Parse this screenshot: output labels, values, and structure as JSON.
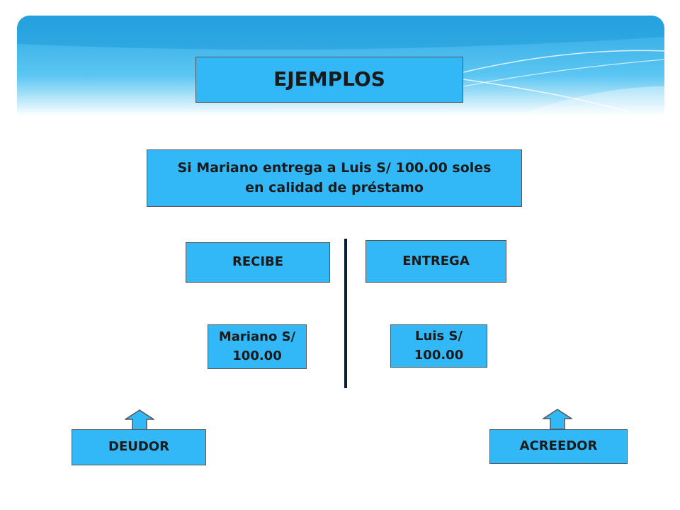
{
  "title": "EJEMPLOS",
  "statement": "Si Mariano entrega a Luis S/ 100.00 soles en calidad de préstamo",
  "left_column": {
    "heading": "RECIBE",
    "detail": "Mariano S/ 100.00",
    "role": "DEUDOR"
  },
  "right_column": {
    "heading": "ENTREGA",
    "detail": "Luis  S/ 100.00",
    "role": "ACREEDOR"
  },
  "colors": {
    "box_fill": "#33b8f7",
    "divider": "#0b1d33",
    "banner": "#3fb4ea"
  }
}
